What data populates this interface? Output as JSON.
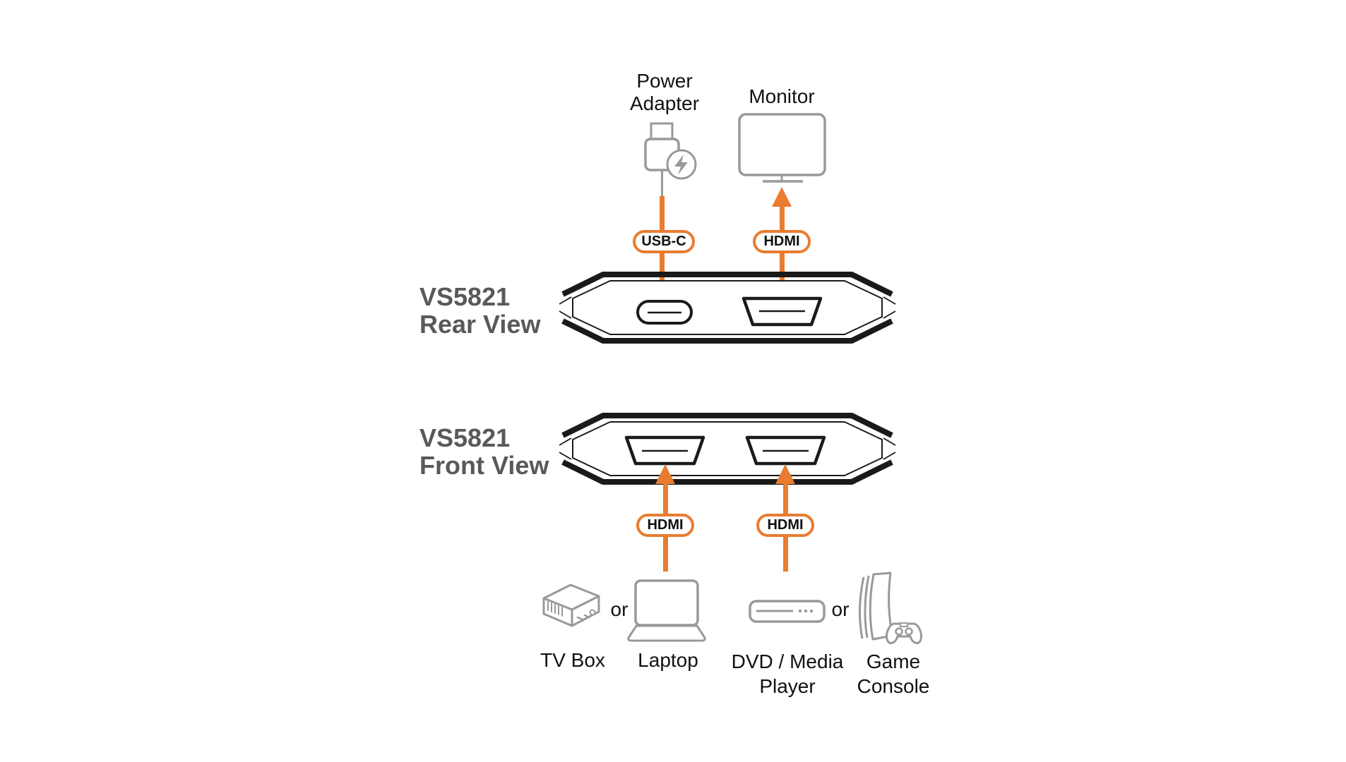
{
  "diagram": {
    "model": "VS5821",
    "rear": {
      "label_line1": "VS5821",
      "label_line2": "Rear View",
      "power_adapter": {
        "label_line1": "Power",
        "label_line2": "Adapter",
        "connector": "USB-C"
      },
      "monitor": {
        "label": "Monitor",
        "connector": "HDMI"
      }
    },
    "front": {
      "label_line1": "VS5821",
      "label_line2": "Front View",
      "input1": {
        "connector": "HDMI",
        "source_a": "TV Box",
        "conjunction": "or",
        "source_b": "Laptop"
      },
      "input2": {
        "connector": "HDMI",
        "source_a_line1": "DVD / Media",
        "source_a_line2": "Player",
        "conjunction": "or",
        "source_b_line1": "Game",
        "source_b_line2": "Console"
      }
    },
    "colors": {
      "accent_orange": "#E97C30",
      "device_outline": "#1A1A1A",
      "icon_gray": "#999999",
      "heading_gray": "#58595B",
      "text_black": "#111111"
    }
  }
}
